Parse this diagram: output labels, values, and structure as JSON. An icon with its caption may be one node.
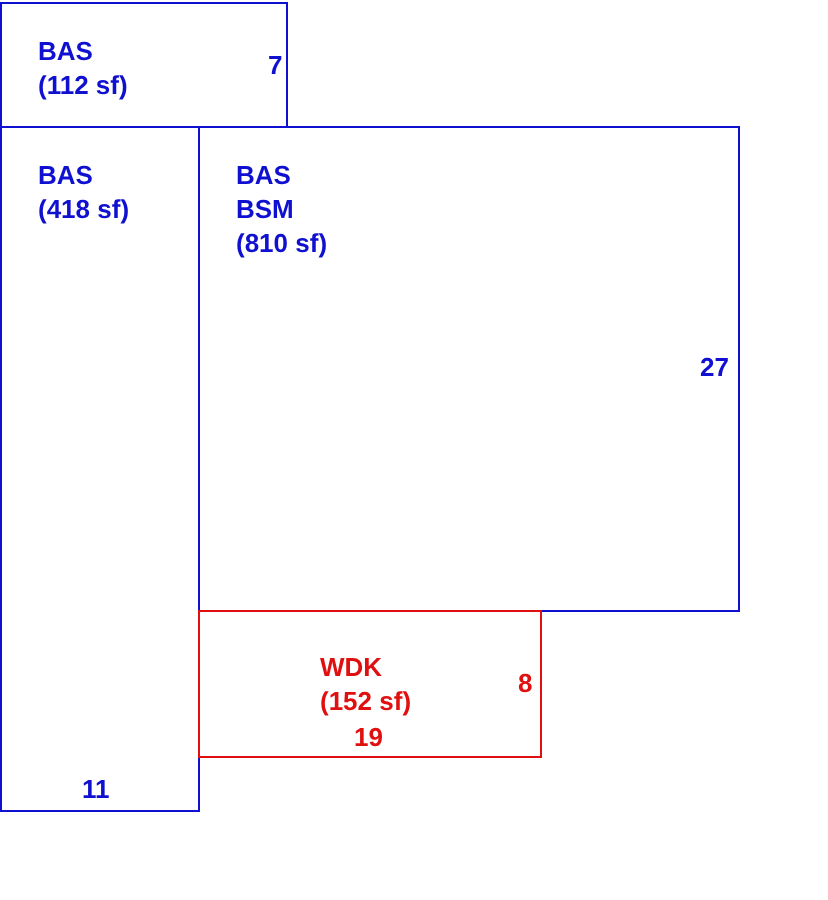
{
  "diagram": {
    "nodes": [
      {
        "text": [
          "BAS",
          "(112 sf)",
          "7"
        ]
      },
      {
        "text": [
          "BAS",
          "(418 sf)",
          "11"
        ]
      },
      {
        "text": [
          "BAS",
          "BSM",
          "(810 sf)",
          "27"
        ]
      },
      {
        "text": [
          "WDK",
          "(152 sf)",
          "8",
          "19"
        ]
      }
    ]
  }
}
